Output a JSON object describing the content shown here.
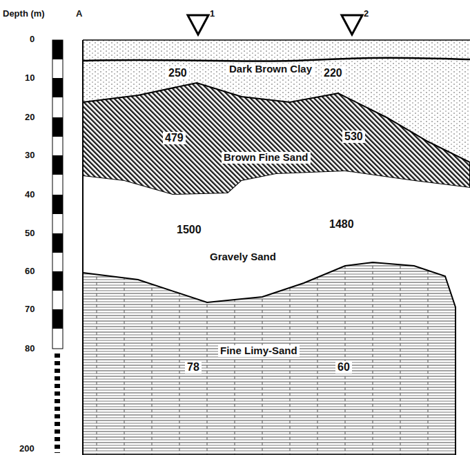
{
  "diagram": {
    "nodes": [
      {
        "text": [
          "Dark Brown Clay",
          "250",
          "220"
        ]
      },
      {
        "text": [
          "Brown Fine Sand",
          "479",
          "530"
        ]
      },
      {
        "text": [
          "Gravely Sand",
          "1500",
          "1480"
        ]
      },
      {
        "text": [
          "Fine Limy-Sand",
          "78",
          "60"
        ]
      }
    ],
    "labels": [
      "Depth (m)",
      "A",
      "1",
      "2",
      "0",
      "10",
      "20",
      "30",
      "40",
      "50",
      "60",
      "70",
      "80",
      "200"
    ]
  }
}
